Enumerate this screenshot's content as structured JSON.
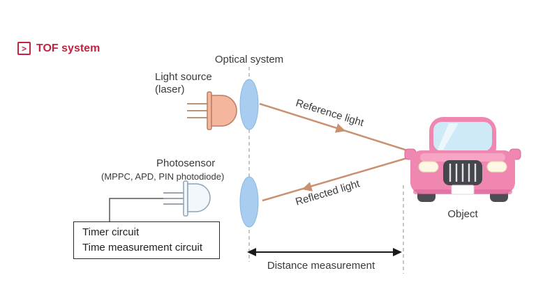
{
  "header": {
    "badge_glyph": ">",
    "title": "TOF system"
  },
  "optical": {
    "label": "Optical system"
  },
  "light_source": {
    "line1": "Light source",
    "line2": "(laser)"
  },
  "photosensor": {
    "title": "Photosensor",
    "subtitle": "(MPPC, APD, PIN photodiode)"
  },
  "beams": {
    "reference": "Reference light",
    "reflected": "Reflected light"
  },
  "object": {
    "label": "Object"
  },
  "distance": {
    "label": "Distance measurement"
  },
  "timer_box": {
    "line1": "Timer circuit",
    "line2": "Time measurement circuit"
  },
  "colors": {
    "accent_red": "#c22340",
    "arrow_tan": "#c9916f",
    "lens_fill": "#a9cdf0",
    "lens_stroke": "#86b7e0",
    "led_laser_fill": "#f4b79e",
    "led_laser_stroke": "#b87f63",
    "led_sensor_fill": "#f2f7fb",
    "led_sensor_stroke": "#90a2b5",
    "car_pink": "#ef87b1",
    "car_pink_dark": "#d96a99",
    "windshield_blue": "#cdeaf6",
    "grille_dark": "#46464f",
    "dash_gray": "#b3b3b3",
    "line_black": "#1a1a1a",
    "text_dark": "#3a3a3a"
  }
}
